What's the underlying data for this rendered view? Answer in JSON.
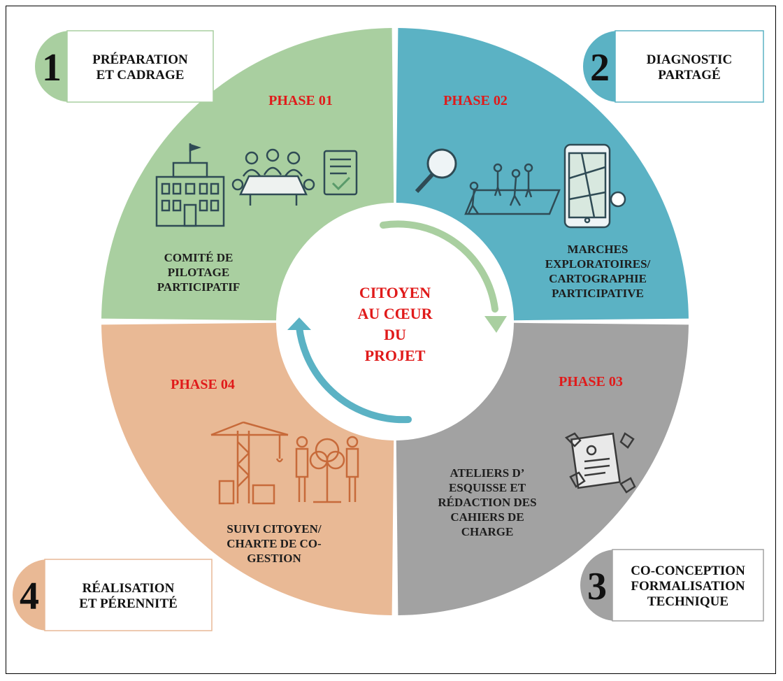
{
  "center": {
    "lines": [
      "CITOYEN",
      "AU CŒUR",
      "DU",
      "PROJET"
    ]
  },
  "phases": [
    {
      "label": "PHASE 01",
      "desc": [
        "COMITÉ DE",
        "PILOTAGE",
        "PARTICIPATIF"
      ],
      "color": "#a9cfa0"
    },
    {
      "label": "PHASE 02",
      "desc": [
        "MARCHES",
        "EXPLORATOIRES/",
        "CARTOGRAPHIE",
        "PARTICIPATIVE"
      ],
      "color": "#5bb2c4"
    },
    {
      "label": "PHASE 03",
      "desc": [
        "ATELIERS D’",
        "ESQUISSE ET",
        "RÉDACTION DES",
        "CAHIERS DE",
        "CHARGE"
      ],
      "color": "#a2a2a2"
    },
    {
      "label": "PHASE 04",
      "desc": [
        "SUIVI CITOYEN/",
        "CHARTE DE CO-",
        "GESTION"
      ],
      "color": "#e9b995"
    }
  ],
  "badges": [
    {
      "number": "1",
      "lines": [
        "PRÉPARATION",
        "ET CADRAGE"
      ],
      "color": "#a9cfa0"
    },
    {
      "number": "2",
      "lines": [
        "DIAGNOSTIC",
        "PARTAGÉ"
      ],
      "color": "#5bb2c4"
    },
    {
      "number": "3",
      "lines": [
        "CO-CONCEPTION",
        "FORMALISATION",
        "TECHNIQUE"
      ],
      "color": "#a2a2a2"
    },
    {
      "number": "4",
      "lines": [
        "RÉALISATION",
        "ET PÉRENNITÉ"
      ],
      "color": "#e9b995"
    }
  ],
  "icons": [
    "city-hall-icon",
    "meeting-table-icon",
    "checklist-document-icon",
    "magnifier-icon",
    "people-walking-icon",
    "phone-map-icon",
    "contract-hands-icon",
    "crane-icon",
    "people-tree-icon"
  ],
  "accent_text_color": "#e01a1a",
  "arrow_colors": [
    "#a9cfa0",
    "#5bb2c4"
  ]
}
